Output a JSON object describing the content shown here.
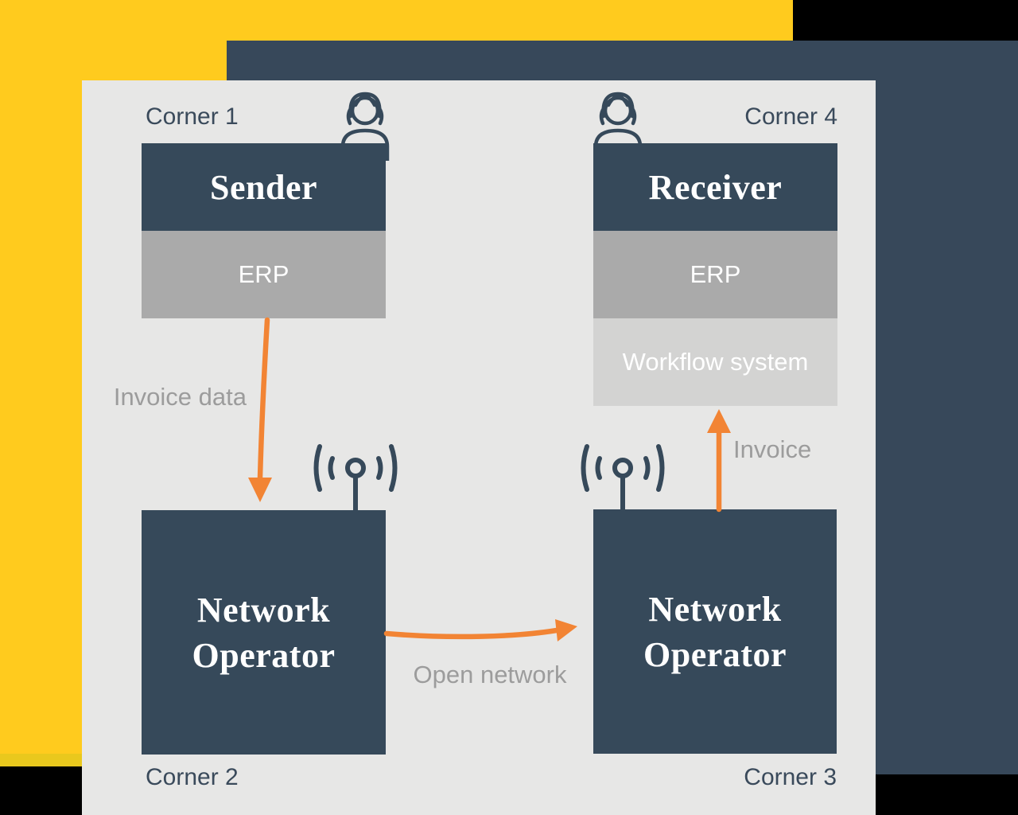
{
  "colors": {
    "background": "#000000",
    "yellow": "#FFCB1E",
    "slate_panel": "#37485A",
    "light_panel": "#E7E7E6",
    "dark_box": "#36495A",
    "erp_gray": "#AAAAAA",
    "workflow_gray": "#D3D3D2",
    "arrow_orange": "#F28434",
    "flow_label_gray": "#9C9C9C",
    "corner_label": "#3A4A5B"
  },
  "corners": {
    "corner1": "Corner 1",
    "corner2": "Corner 2",
    "corner3": "Corner 3",
    "corner4": "Corner 4"
  },
  "boxes": {
    "sender": {
      "title": "Sender",
      "layers": [
        "ERP"
      ]
    },
    "receiver": {
      "title": "Receiver",
      "layers": [
        "ERP",
        "Workflow system"
      ]
    },
    "network_operator_left": {
      "title": "Network Operator"
    },
    "network_operator_right": {
      "title": "Network Operator"
    }
  },
  "arrows": {
    "invoice_data": {
      "label": "Invoice data",
      "from": "sender-erp",
      "to": "network-operator-left"
    },
    "open_network": {
      "label": "Open network",
      "from": "network-operator-left",
      "to": "network-operator-right"
    },
    "invoice": {
      "label": "Invoice",
      "from": "network-operator-right",
      "to": "receiver-workflow-system"
    }
  },
  "icons": {
    "sender_user": "person-icon",
    "receiver_user": "person-icon",
    "network_left": "antenna-icon",
    "network_right": "antenna-icon"
  }
}
